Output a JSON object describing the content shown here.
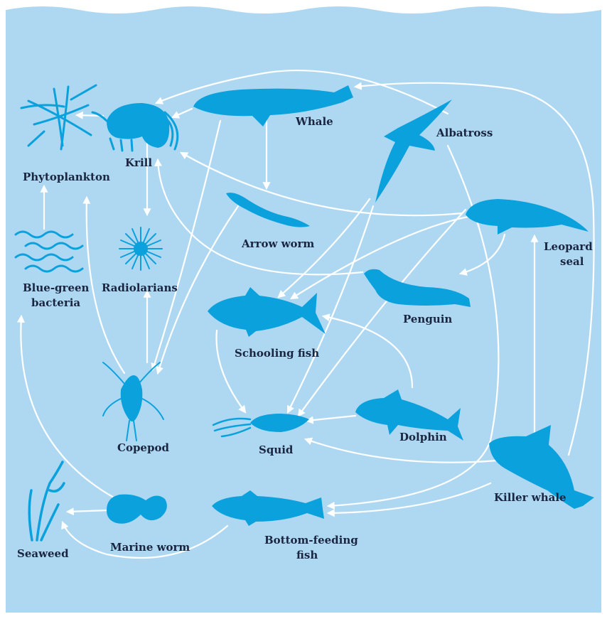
{
  "colors": {
    "water": "#aed8f2",
    "organism": "#0aa1dc",
    "arrow": "#ffffff",
    "label": "#1a2540"
  },
  "organisms": {
    "phytoplankton": "Phytoplankton",
    "krill": "Krill",
    "whale": "Whale",
    "albatross": "Albatross",
    "arrow_worm": "Arrow worm",
    "leopard_seal_1": "Leopard",
    "leopard_seal_2": "seal",
    "blue_green_1": "Blue-green",
    "blue_green_2": "bacteria",
    "radiolarians": "Radiolarians",
    "penguin": "Penguin",
    "schooling_fish": "Schooling fish",
    "copepod": "Copepod",
    "dolphin": "Dolphin",
    "squid": "Squid",
    "killer_whale": "Killer whale",
    "seaweed": "Seaweed",
    "marine_worm": "Marine worm",
    "bottom_fish_1": "Bottom-feeding",
    "bottom_fish_2": "fish"
  }
}
